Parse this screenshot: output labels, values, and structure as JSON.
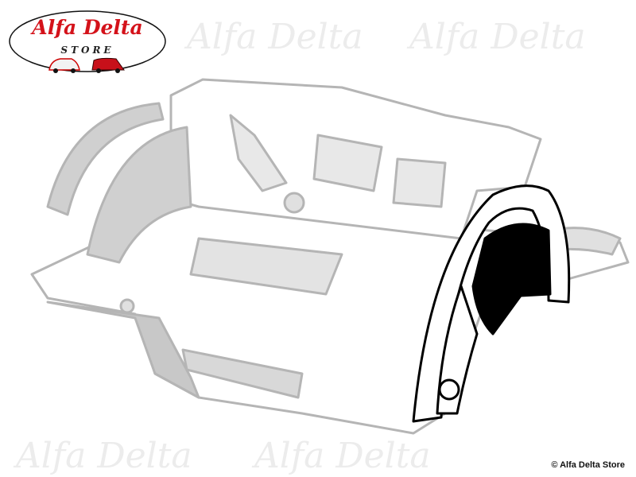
{
  "watermark": "Alfa Delta",
  "logo": {
    "title": "Alfa Delta",
    "subtitle": "STORE"
  },
  "copyright": "© Alfa Delta Store",
  "colors": {
    "shell": "#bdbdbd",
    "highlight": "#000000",
    "brand_red": "#d4121a"
  }
}
